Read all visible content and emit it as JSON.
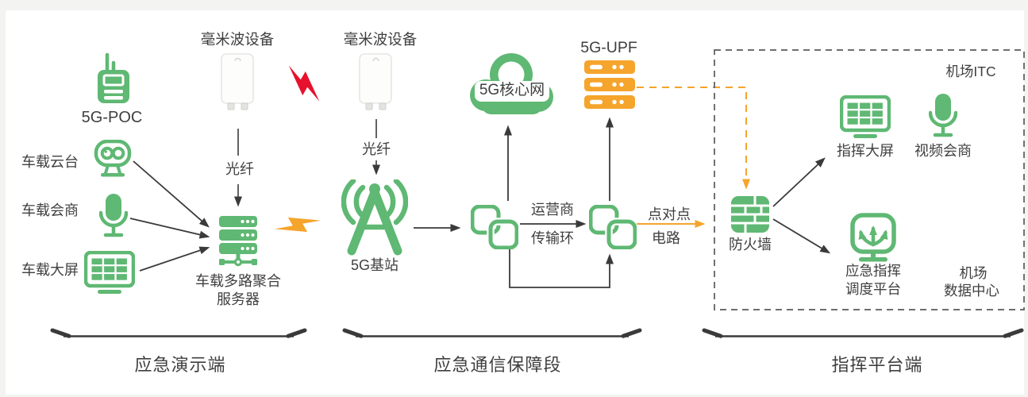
{
  "colors": {
    "green": "#5fb873",
    "orange": "#f5a42c",
    "red": "#e8112d",
    "text": "#3f3f3f",
    "line": "#3a3a3a",
    "frame": "#f3f3f1",
    "box_dash": "#5a5a5a"
  },
  "labels": {
    "mmwave1": "毫米波设备",
    "mmwave2": "毫米波设备",
    "poc": "5G-POC",
    "ptz": "车载云台",
    "conf": "车载会商",
    "bigscreen": "车载大屏",
    "fiber1": "光纤",
    "fiber2": "光纤",
    "server1": "车载多路聚合",
    "server2": "服务器",
    "bts": "5G基站",
    "core": "5G核心网",
    "carrier1": "运营商",
    "carrier2": "传输环",
    "upf": "5G-UPF",
    "p2p1": "点对点",
    "p2p2": "电路",
    "firewall": "防火墙",
    "itc": "机场ITC",
    "cmdscreen": "指挥大屏",
    "videoconf": "视频会商",
    "dispatch1": "应急指挥",
    "dispatch2": "调度平台",
    "datacenter1": "机场",
    "datacenter2": "数据中心",
    "section1": "应急演示端",
    "section2": "应急通信保障段",
    "section3": "指挥平台端"
  },
  "icons": {
    "poc": "walkie-talkie-icon",
    "mmwave": "outdoor-radio-unit-icon",
    "ptz": "ptz-camera-icon",
    "mic": "microphone-icon",
    "screen": "grid-screen-icon",
    "server": "server-stack-icon",
    "bts": "antenna-tower-icon",
    "link": "interlocked-links-icon",
    "core": "cloud-icon",
    "upf": "server-stack-icon",
    "firewall": "brick-wall-icon",
    "dispatch": "dispatch-arrows-icon",
    "wireless_break": "lightning-bolt-icon"
  }
}
